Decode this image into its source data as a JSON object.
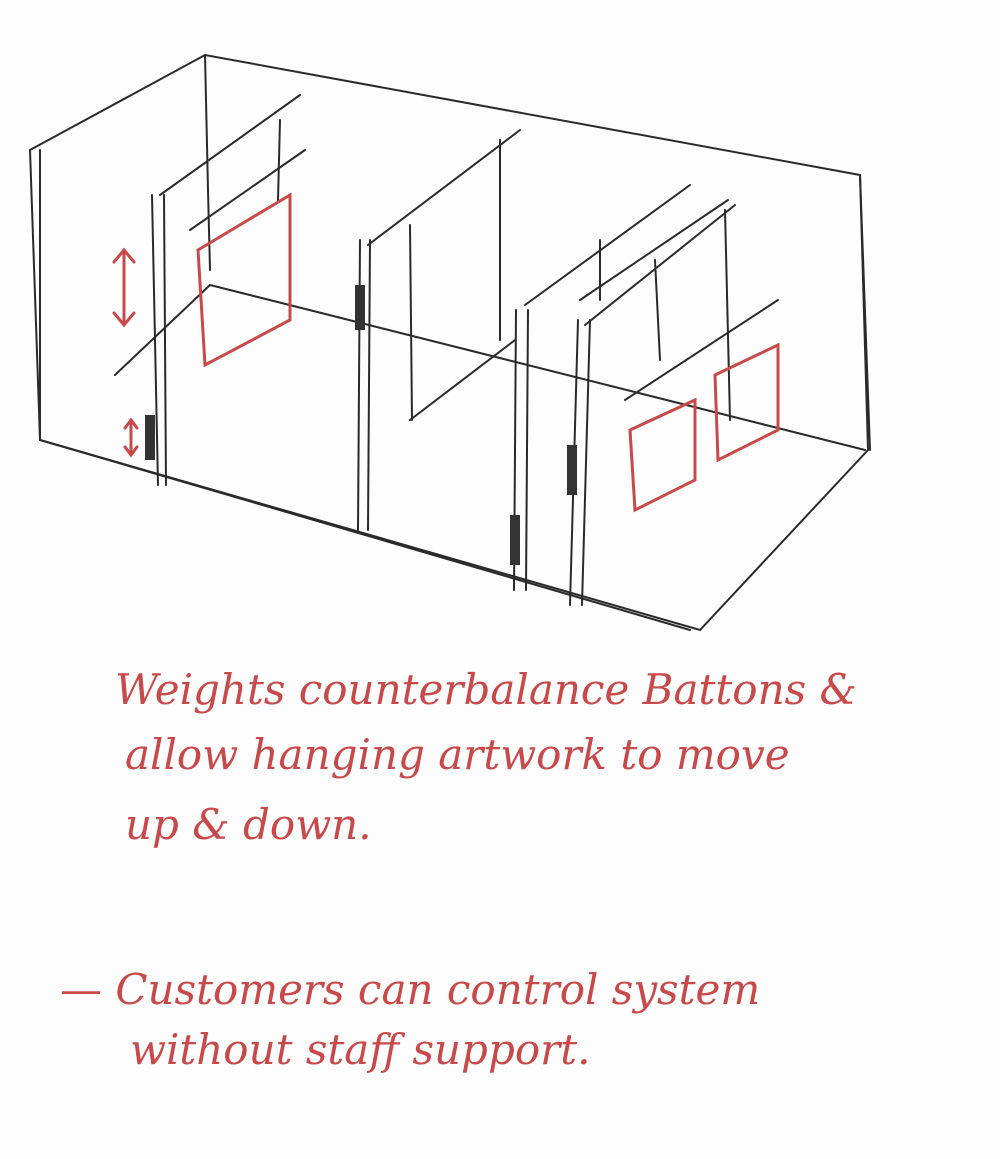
{
  "sketch": {
    "ink_color": "#2a2a2a",
    "accent_color": "#c8494a",
    "notes": [
      "Weights counterbalance Battons &",
      "allow hanging artwork to move",
      "up & down.",
      "— Customers can control system",
      "without staff support."
    ]
  }
}
